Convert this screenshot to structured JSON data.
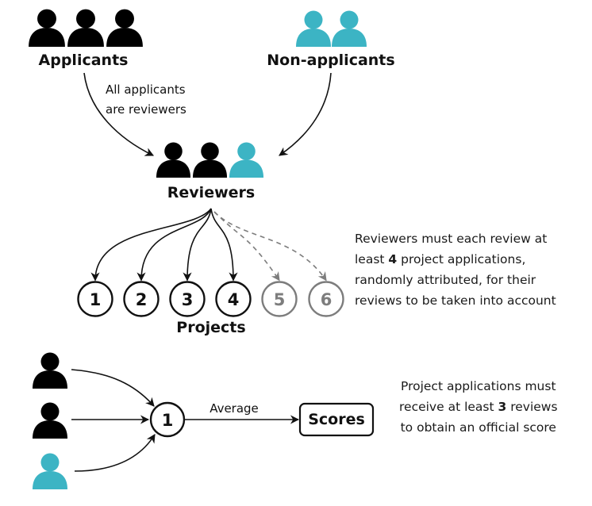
{
  "colors": {
    "applicant": "#000000",
    "non_applicant": "#3cb4c4",
    "line": "#111111",
    "optional": "#7d7d7d"
  },
  "groups": {
    "applicants": {
      "label": "Applicants",
      "icon_count": 3,
      "icon": "person-icon"
    },
    "non_applicants": {
      "label": "Non-applicants",
      "icon_count": 2,
      "icon": "person-icon"
    },
    "reviewers": {
      "label": "Reviewers",
      "icons": [
        "applicant",
        "applicant",
        "non_applicant"
      ]
    }
  },
  "annotations": {
    "applicants_edge_line1": "All applicants",
    "applicants_edge_line2": "are reviewers",
    "average": "Average"
  },
  "projects": {
    "label": "Projects",
    "items": [
      {
        "number": "1",
        "required": true
      },
      {
        "number": "2",
        "required": true
      },
      {
        "number": "3",
        "required": true
      },
      {
        "number": "4",
        "required": true
      },
      {
        "number": "5",
        "required": false
      },
      {
        "number": "6",
        "required": false
      }
    ]
  },
  "rules": {
    "reviewer_rule": {
      "line1": "Reviewers must each review at",
      "line2_pre": "least ",
      "line2_bold": "4",
      "line2_post": " project applications,",
      "line3": "randomly attributed, for their",
      "line4": "reviews to be taken into account"
    },
    "score_rule": {
      "line1": "Project applications must",
      "line2_pre": "receive at least ",
      "line2_bold": "3",
      "line2_post": " reviews",
      "line3": "to obtain an official score"
    }
  },
  "scoring": {
    "reviewer_icons": [
      "applicant",
      "applicant",
      "non_applicant"
    ],
    "project_number": "1",
    "result_label": "Scores"
  }
}
